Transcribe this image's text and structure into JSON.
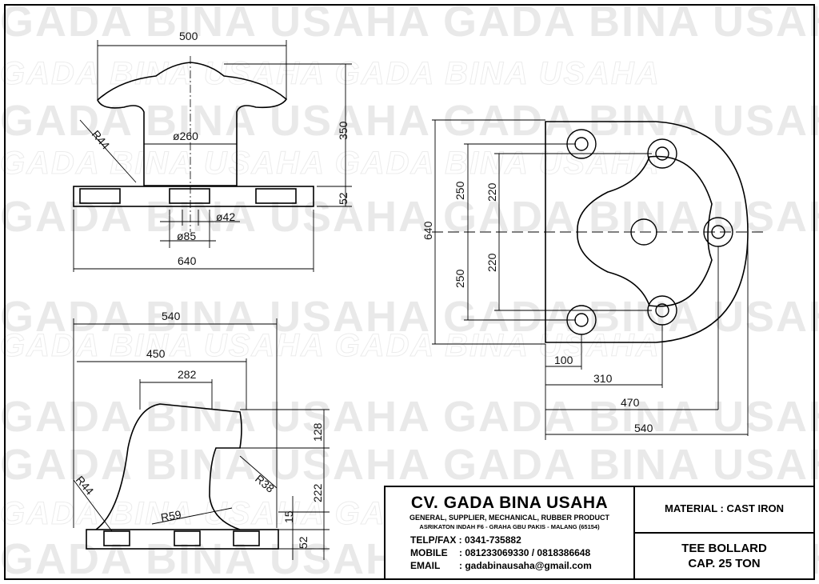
{
  "watermark": "GADA BINA USAHA",
  "dimensions": {
    "front": {
      "width_top": "500",
      "height_total": "350",
      "neck_dia": "ø260",
      "radius": "R44",
      "base_h": "52",
      "hole_dia": "ø42",
      "bolt_dia": "ø85",
      "base_w": "640"
    },
    "plan": {
      "overall_h": "640",
      "v250a": "250",
      "v220a": "220",
      "v250b": "250",
      "v220b": "220",
      "h100": "100",
      "h310": "310",
      "h470": "470",
      "h540": "540"
    },
    "side": {
      "w540": "540",
      "w450": "450",
      "w282": "282",
      "h128": "128",
      "h222": "222",
      "h15": "15",
      "h52": "52",
      "r38": "R38",
      "r44": "R44",
      "r59": "R59"
    }
  },
  "title_block": {
    "company": "CV. GADA BINA USAHA",
    "tagline": "GENERAL, SUPPLIER, MECHANICAL, RUBBER PRODUCT",
    "address": "ASRIKATON INDAH F6 - GRAHA GBU PAKIS - MALANG (65154)",
    "telfax_label": "TELP/FAX : 0341-735882",
    "mobile_label": "MOBILE",
    "mobile_value": ": 081233069330 / 0818386648",
    "email_label": "EMAIL",
    "email_value": ": gadabinausaha@gmail.com",
    "material": "MATERIAL : CAST IRON",
    "product": "TEE BOLLARD",
    "capacity": "CAP. 25 TON"
  }
}
